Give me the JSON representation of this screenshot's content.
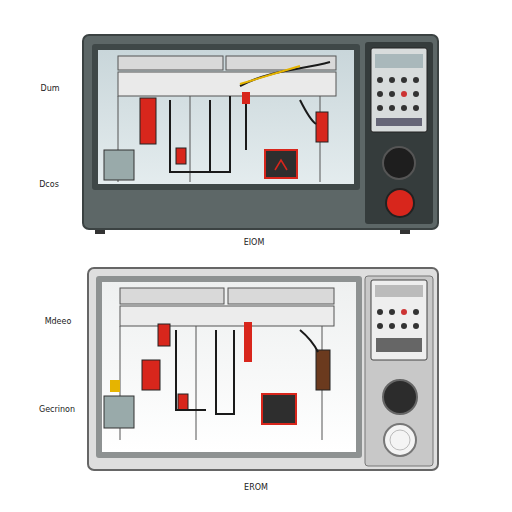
{
  "diagram": {
    "labels": [
      "Dum",
      "Dcos",
      "EIOM",
      "Mdeeo",
      "Gecrinon",
      "EROM"
    ]
  }
}
